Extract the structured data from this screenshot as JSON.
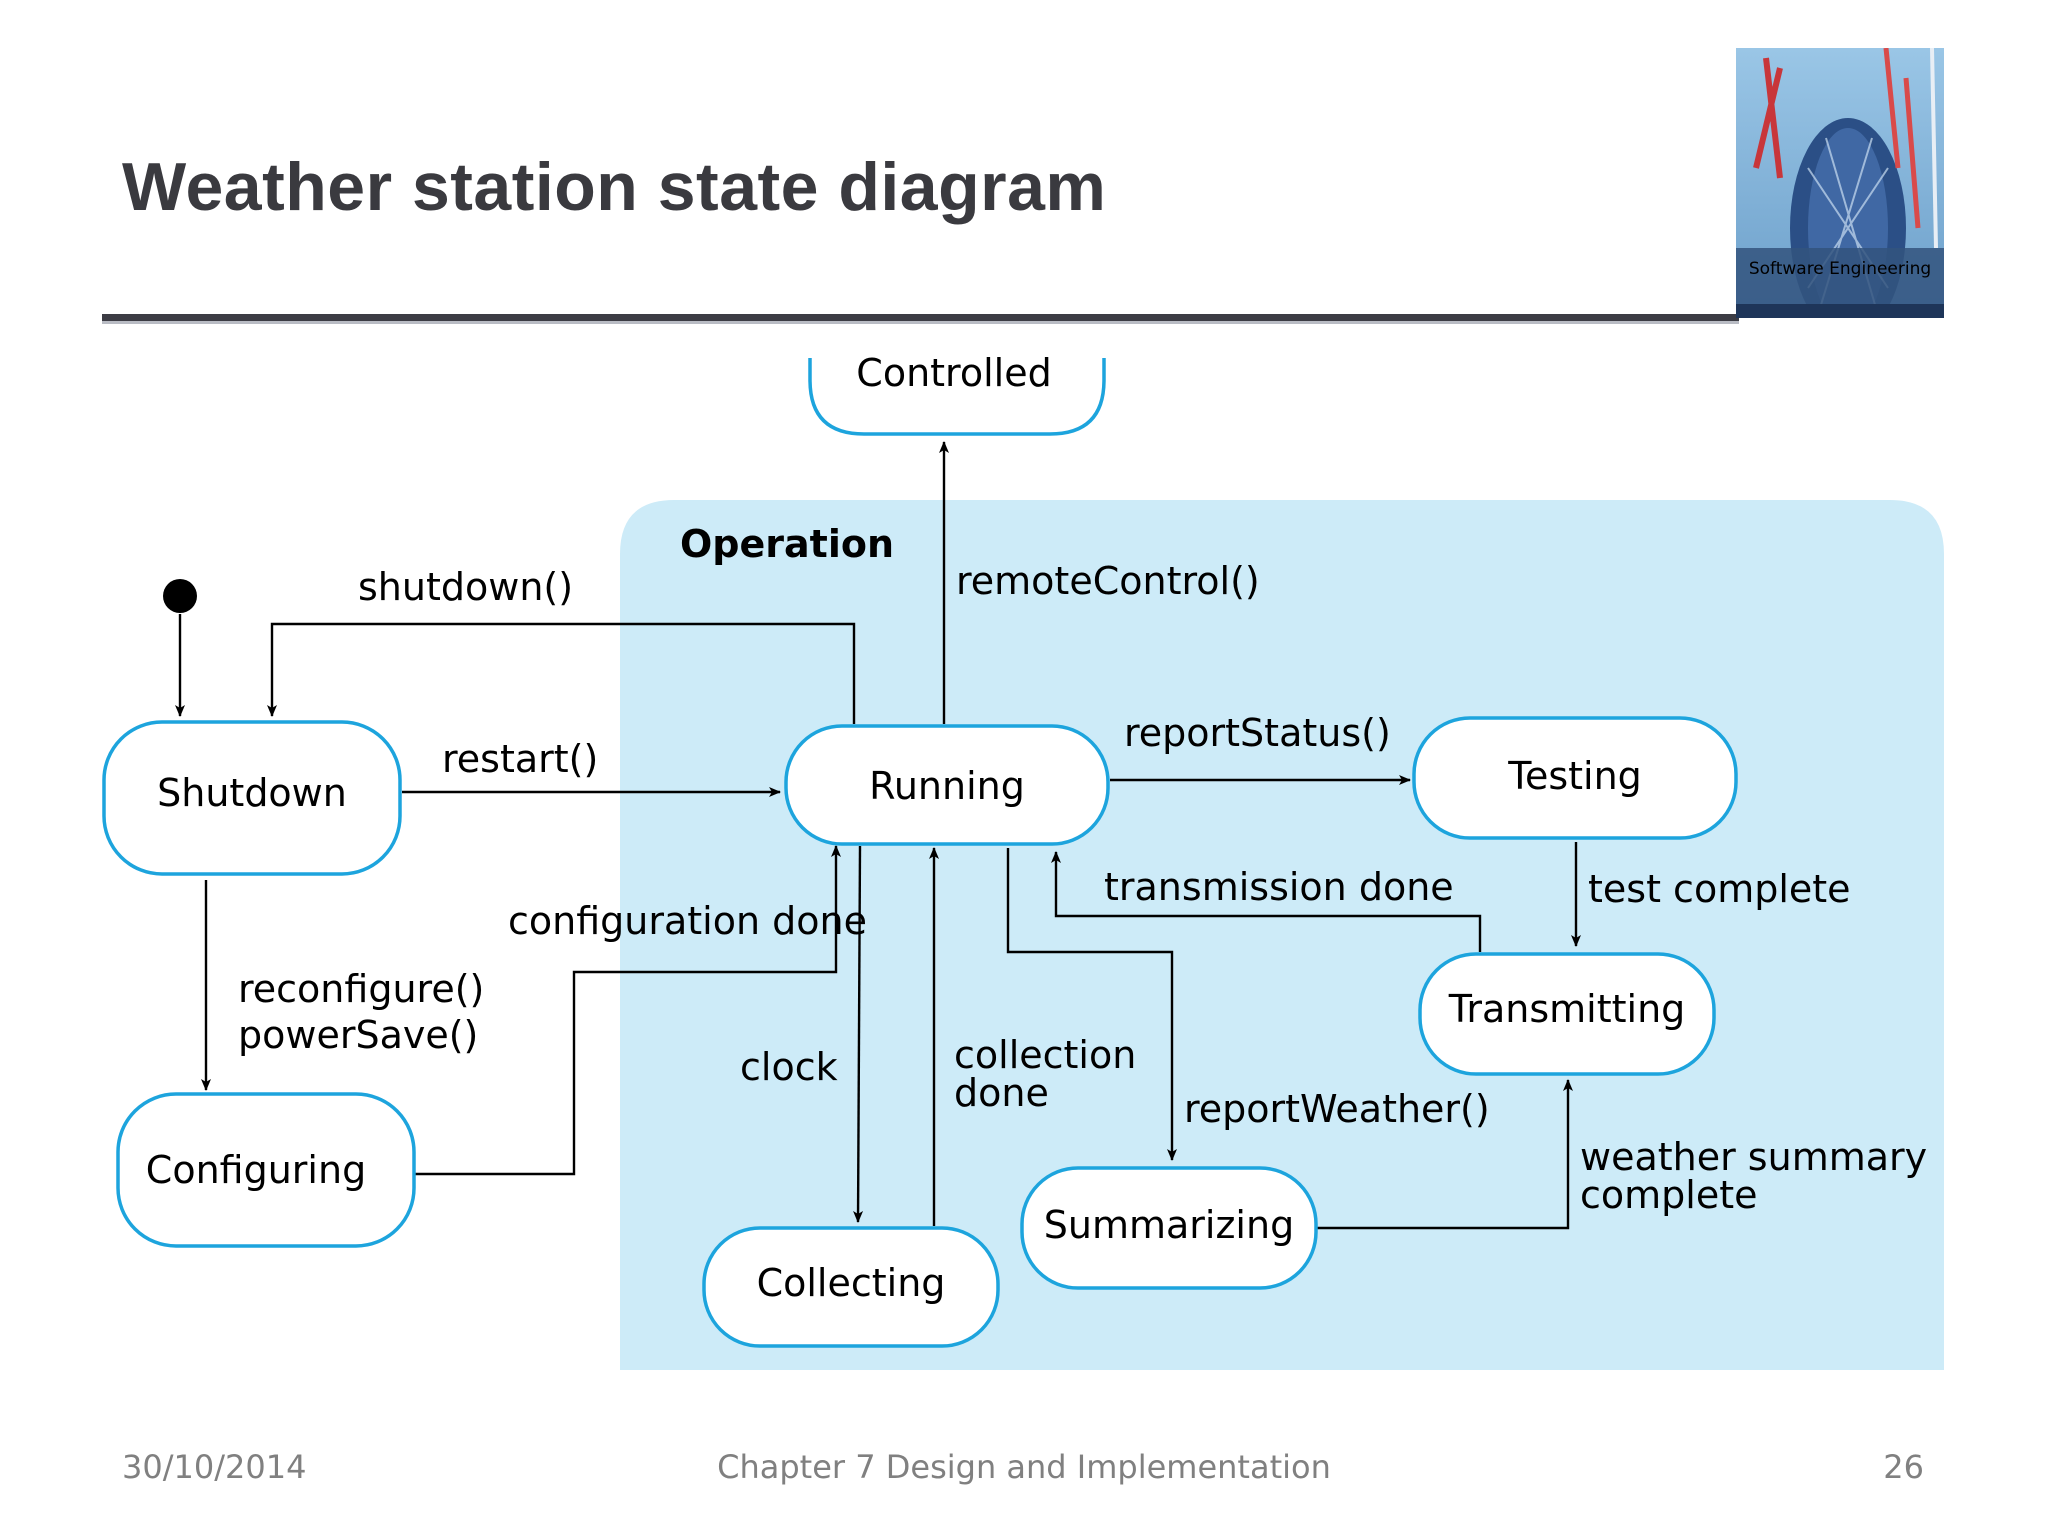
{
  "slide": {
    "title": "Weather station state diagram",
    "cover_caption": "Software Engineering",
    "footer": {
      "date": "30/10/2014",
      "chapter": "Chapter 7 Design and Implementation",
      "page": "26"
    }
  },
  "diagram": {
    "superstate_label": "Operation",
    "states": {
      "controlled": "Controlled",
      "shutdown": "Shutdown",
      "running": "Running",
      "testing": "Testing",
      "transmitting": "Transmitting",
      "configuring": "Configuring",
      "collecting": "Collecting",
      "summarizing": "Summarizing"
    },
    "transitions": {
      "shutdown_call": "shutdown()",
      "remote_control": "remoteControl()",
      "restart": "restart()",
      "report_status": "reportStatus()",
      "transmission_done": "transmission done",
      "test_complete": "test complete",
      "configuration_done": "configuration done",
      "reconfigure": "reconfigure()",
      "power_save": "powerSave()",
      "clock": "clock",
      "collection_done_1": "collection",
      "collection_done_2": "done",
      "report_weather": "reportWeather()",
      "weather_summary_1": "weather summary",
      "weather_summary_2": "complete"
    }
  },
  "colors": {
    "state_border": "#1da4dd",
    "operation_fill": "#cdebf8",
    "title_text": "#3a3a3f",
    "footer_text": "#808080"
  }
}
